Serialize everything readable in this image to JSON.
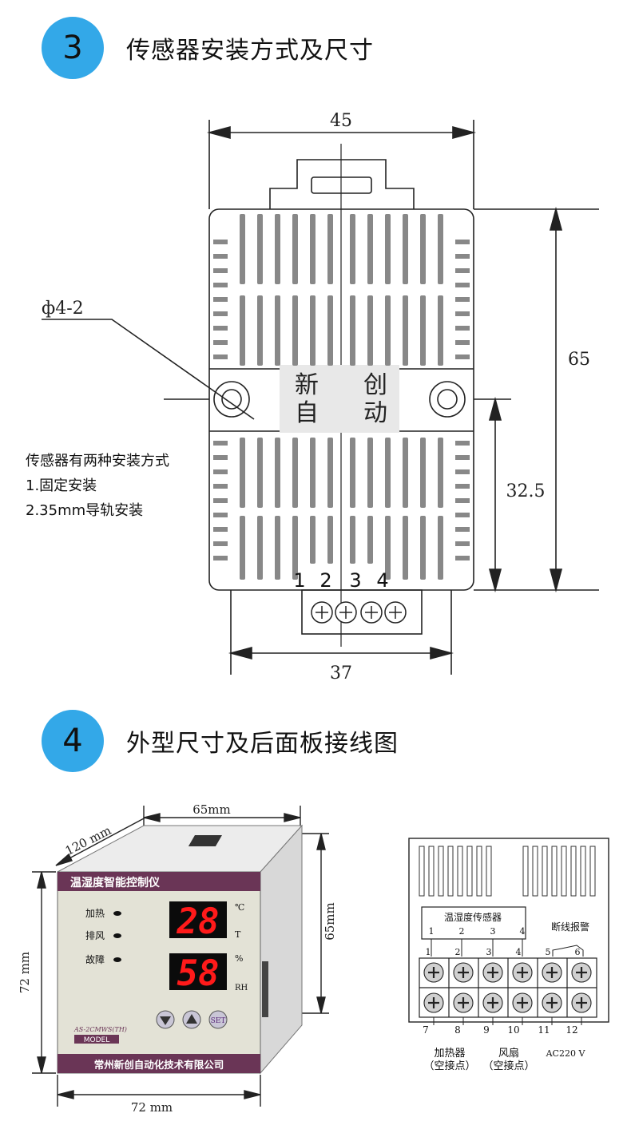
{
  "section3": {
    "number": "3",
    "title": "传感器安装方式及尺寸",
    "dims": {
      "width": "45",
      "height": "65",
      "half_height": "32.5",
      "bottom_width": "37",
      "hole": "ф4-2"
    },
    "logo": {
      "a": "新",
      "b": "创",
      "c": "自",
      "d": "动"
    },
    "terminals": [
      "1",
      "2",
      "3",
      "4"
    ],
    "notes": {
      "line1": "传感器有两种安装方式",
      "line2": "1.固定安装",
      "line3": "2.35mm导轨安装"
    }
  },
  "section4": {
    "number": "4",
    "title": "外型尺寸及后面板接线图",
    "front": {
      "dim_top": "65mm",
      "dim_depth": "120 mm",
      "dim_right": "65mm",
      "dim_left": "72 mm",
      "dim_bottom": "72 mm",
      "header": "温湿度智能控制仪",
      "led_heat": "加热",
      "led_exhaust": "排风",
      "led_fault": "故障",
      "temp_value": "28",
      "temp_unit": "℃",
      "temp_label": "T",
      "hum_value": "58",
      "hum_unit": "%",
      "hum_label": "RH",
      "btn_set": "SET",
      "model_code": "AS-2CMWS(TH)",
      "model_label": "MODEL",
      "footer": "常州新创自动化技术有限公司"
    },
    "rear": {
      "sensor_box": "温湿度传感器",
      "sensor_nums": [
        "1",
        "2",
        "3",
        "4"
      ],
      "alarm": "断线报警",
      "top_nums": [
        "1",
        "2",
        "3",
        "4",
        "5",
        "6"
      ],
      "bottom_nums": [
        "7",
        "8",
        "9",
        "10",
        "11",
        "12"
      ],
      "heater": "加热器",
      "heater_sub": "（空接点）",
      "fan": "风扇",
      "fan_sub": "（空接点）",
      "power": "AC220 V"
    }
  },
  "colors": {
    "badge": "#33a8e8",
    "panel_bar": "#6a3556",
    "led_red": "#ff1a1a"
  }
}
